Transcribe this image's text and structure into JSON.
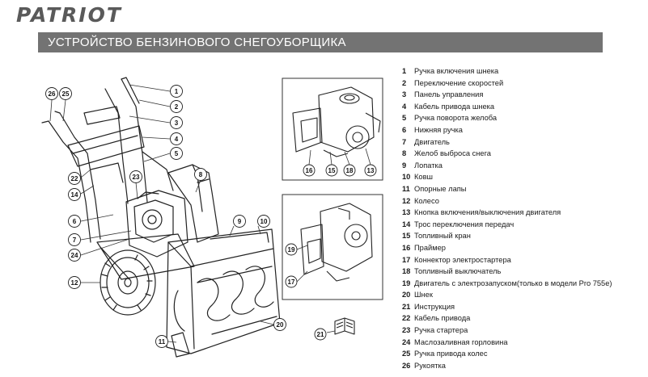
{
  "brand": {
    "logo_text": "PATRIOT"
  },
  "title": "УСТРОЙСТВО БЕНЗИНОВОГО СНЕГОУБОРЩИКА",
  "legend": [
    {
      "num": "1",
      "label": "Ручка включения шнека"
    },
    {
      "num": "2",
      "label": "Переключение скоростей"
    },
    {
      "num": "3",
      "label": "Панель управления"
    },
    {
      "num": "4",
      "label": "Кабель привода шнека"
    },
    {
      "num": "5",
      "label": "Ручка поворота желоба"
    },
    {
      "num": "6",
      "label": "Нижняя ручка"
    },
    {
      "num": "7",
      "label": "Двигатель"
    },
    {
      "num": "8",
      "label": "Желоб выброса снега"
    },
    {
      "num": "9",
      "label": "Лопатка"
    },
    {
      "num": "10",
      "label": "Ковш"
    },
    {
      "num": "11",
      "label": "Опорные лапы"
    },
    {
      "num": "12",
      "label": "Колесо"
    },
    {
      "num": "13",
      "label": "Кнопка включения/выключения двигателя"
    },
    {
      "num": "14",
      "label": "Трос переключения передач"
    },
    {
      "num": "15",
      "label": "Топливный кран"
    },
    {
      "num": "16",
      "label": "Праймер"
    },
    {
      "num": "17",
      "label": "Коннектор электростартера"
    },
    {
      "num": "18",
      "label": "Топливный выключатель"
    },
    {
      "num": "19",
      "label": "Двигатель с электрозапуском(только в модели Pro 755e)"
    },
    {
      "num": "20",
      "label": "Шнек"
    },
    {
      "num": "21",
      "label": "Инструкция"
    },
    {
      "num": "22",
      "label": "Кабель привода"
    },
    {
      "num": "23",
      "label": "Ручка стартера"
    },
    {
      "num": "24",
      "label": "Маслозаливная горловина"
    },
    {
      "num": "25",
      "label": "Ручка привода колес"
    },
    {
      "num": "26",
      "label": "Рукоятка"
    }
  ],
  "callouts": {
    "main": [
      "26",
      "25",
      "1",
      "2",
      "3",
      "4",
      "5",
      "22",
      "14",
      "23",
      "8",
      "6",
      "7",
      "24",
      "9",
      "10",
      "12",
      "20",
      "11"
    ],
    "inset_top": [
      "16",
      "15",
      "18",
      "13"
    ],
    "inset_bottom": [
      "19",
      "17"
    ],
    "manual": "21"
  }
}
